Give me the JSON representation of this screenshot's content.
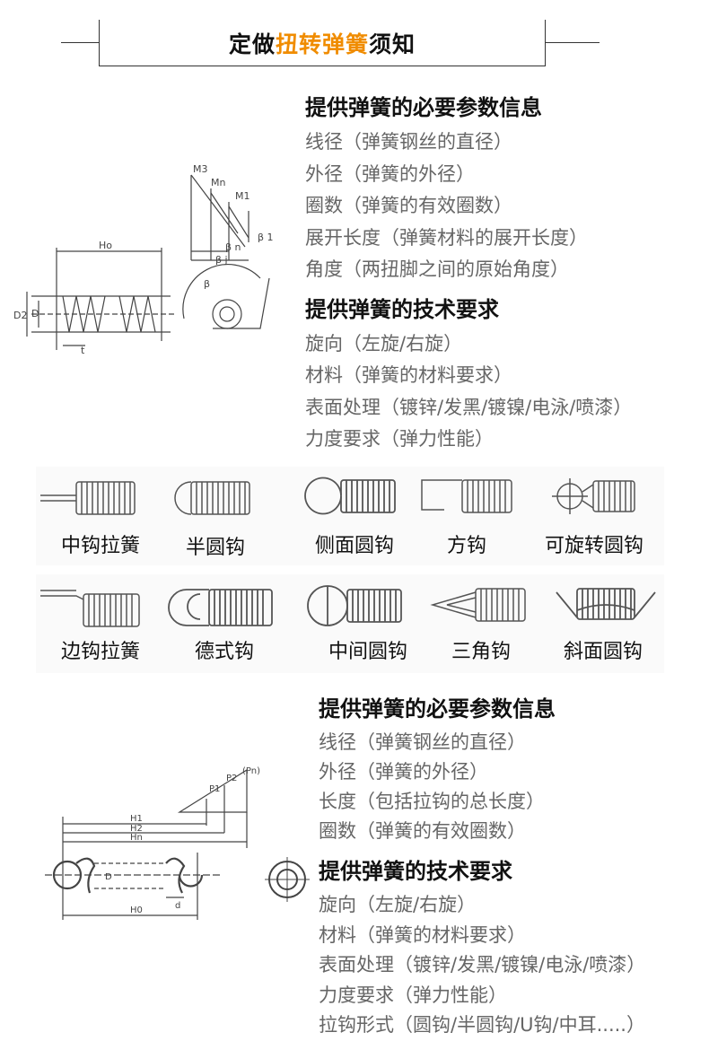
{
  "title": {
    "prefix": "定做",
    "highlight": "扭转弹簧",
    "suffix": "须知"
  },
  "torsion": {
    "params_heading": "提供弹簧的必要参数信息",
    "params": [
      "线径（弹簧钢丝的直径）",
      "外径（弹簧的外径）",
      "圈数（弹簧的有效圈数）",
      "展开长度（弹簧材料的展开长度）",
      "角度（两扭脚之间的原始角度）"
    ],
    "tech_heading": "提供弹簧的技术要求",
    "tech": [
      "旋向（左旋/右旋）",
      "材料（弹簧的材料要求）",
      "表面处理（镀锌/发黑/镀镍/电泳/喷漆）",
      "力度要求（弹力性能）"
    ],
    "diagram_labels": {
      "m3": "M3",
      "mn": "Mn",
      "m1": "M1",
      "beta1": "β 1",
      "betan": "β n",
      "betaj": "β j",
      "ho": "Ho",
      "d2": "D2",
      "d": "D",
      "t": "t",
      "beta": "β"
    }
  },
  "hooks": {
    "row1": [
      "中钩拉簧",
      "半圆钩",
      "侧面圆钩",
      "方钩",
      "可旋转圆钩"
    ],
    "row2": [
      "边钩拉簧",
      "德式钩",
      "中间圆钩",
      "三角钩",
      "斜面圆钩"
    ]
  },
  "extension": {
    "params_heading": "提供弹簧的必要参数信息",
    "params": [
      "线径（弹簧钢丝的直径）",
      "外径（弹簧的外径）",
      "长度（包括拉钩的总长度）",
      "圈数（弹簧的有效圈数）"
    ],
    "tech_heading": "提供弹簧的技术要求",
    "tech": [
      "旋向（左旋/右旋）",
      "材料（弹簧的材料要求）",
      "表面处理（镀锌/发黑/镀镍/电泳/喷漆）",
      "力度要求（弹力性能）",
      "拉钩形式（圆钩/半圆钩/U钩/中耳.....）"
    ],
    "diagram_labels": {
      "p1": "P1",
      "p2": "P2",
      "pn": "(Pn)",
      "h1": "H1",
      "h2": "H2",
      "hn": "Hn",
      "h0": "H0",
      "d": "D",
      "dd": "d"
    }
  }
}
